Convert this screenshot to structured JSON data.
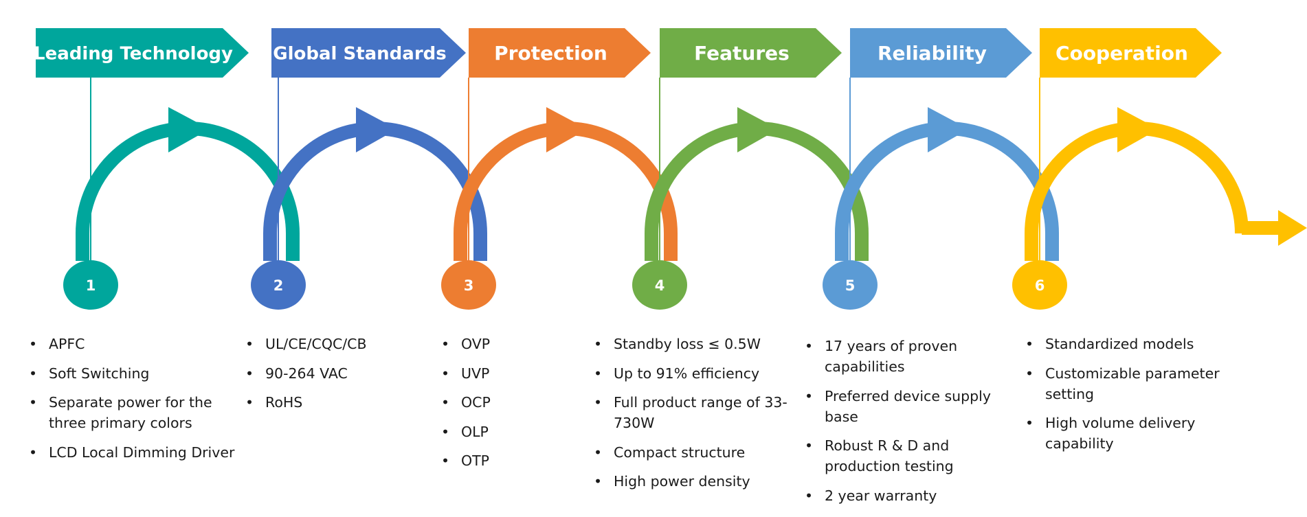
{
  "colors": {
    "teal": "#00A69C",
    "blue": "#4472C4",
    "orange": "#ED7D31",
    "green": "#70AD47",
    "light_blue": "#5B9BD5",
    "yellow": "#FFC000"
  },
  "stages": [
    {
      "number": "1",
      "title": "Leading Technology",
      "color": "#00A69C",
      "items": [
        "APFC",
        "Soft Switching",
        "Separate power for the three primary colors",
        "LCD Local Dimming Driver"
      ]
    },
    {
      "number": "2",
      "title": "Global Standards",
      "color": "#4472C4",
      "items": [
        "UL/CE/CQC/CB",
        "90-264 VAC",
        "RoHS"
      ]
    },
    {
      "number": "3",
      "title": "Protection",
      "color": "#ED7D31",
      "items": [
        "OVP",
        "UVP",
        "OCP",
        "OLP",
        "OTP"
      ]
    },
    {
      "number": "4",
      "title": "Features",
      "color": "#70AD47",
      "items": [
        "Standby loss ≤ 0.5W",
        "Up to 91% efficiency",
        "Full product range of 33-730W",
        "Compact structure",
        "High power density"
      ]
    },
    {
      "number": "5",
      "title": "Reliability",
      "color": "#5B9BD5",
      "items": [
        "17 years of proven capabilities",
        "Preferred device supply base",
        "Robust R & D and production testing",
        "2 year warranty"
      ]
    },
    {
      "number": "6",
      "title": "Cooperation",
      "color": "#FFC000",
      "items": [
        "Standardized models",
        "Customizable parameter setting",
        "High volume delivery capability"
      ]
    }
  ]
}
